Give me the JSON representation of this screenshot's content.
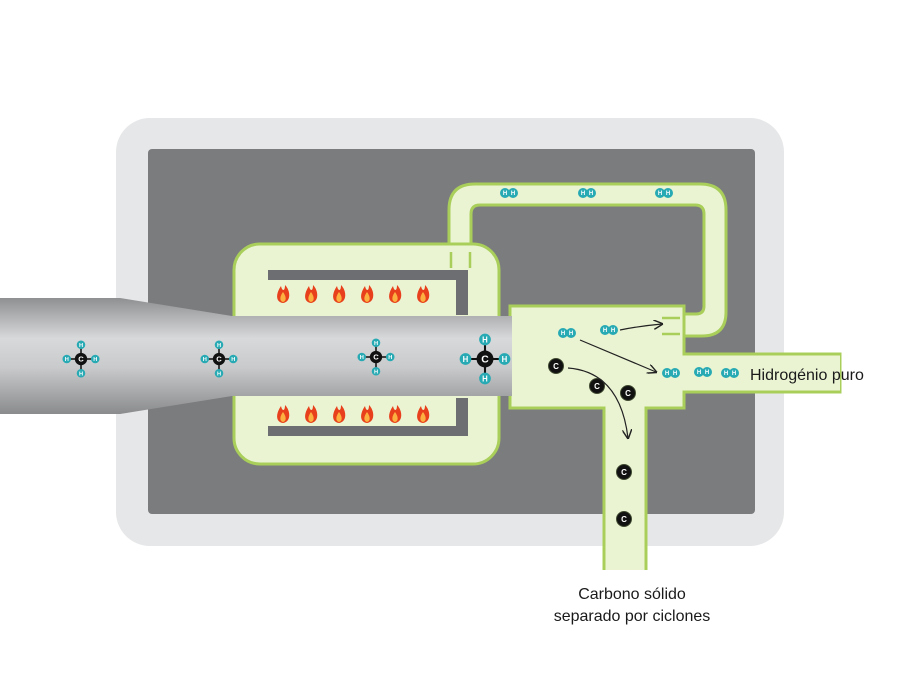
{
  "labels": {
    "hydrogen_output": "Hidrogénio puro",
    "carbon_output_line1": "Carbono sólido",
    "carbon_output_line2": "separado por ciclones"
  },
  "atoms": {
    "carbon": "C",
    "hydrogen": "H"
  },
  "colors": {
    "housing_outer": "#e6e7e8",
    "housing_inner": "#7b7c7e",
    "duct_fill": "#eaf4d3",
    "duct_stroke": "#a9cf5a",
    "pipe_light": "#d2d3d5",
    "pipe_dark": "#8f9092",
    "heater_bar": "#6d6e71",
    "hydrogen_atom": "#27aab3",
    "carbon_atom": "#111111",
    "flame_outer": "#e8401c",
    "flame_inner": "#fbb040"
  },
  "icons": {
    "flame": "flame-icon",
    "methane": "methane-molecule-icon",
    "hydrogen_molecule": "hydrogen-molecule-icon",
    "carbon_particle": "carbon-particle-icon"
  }
}
